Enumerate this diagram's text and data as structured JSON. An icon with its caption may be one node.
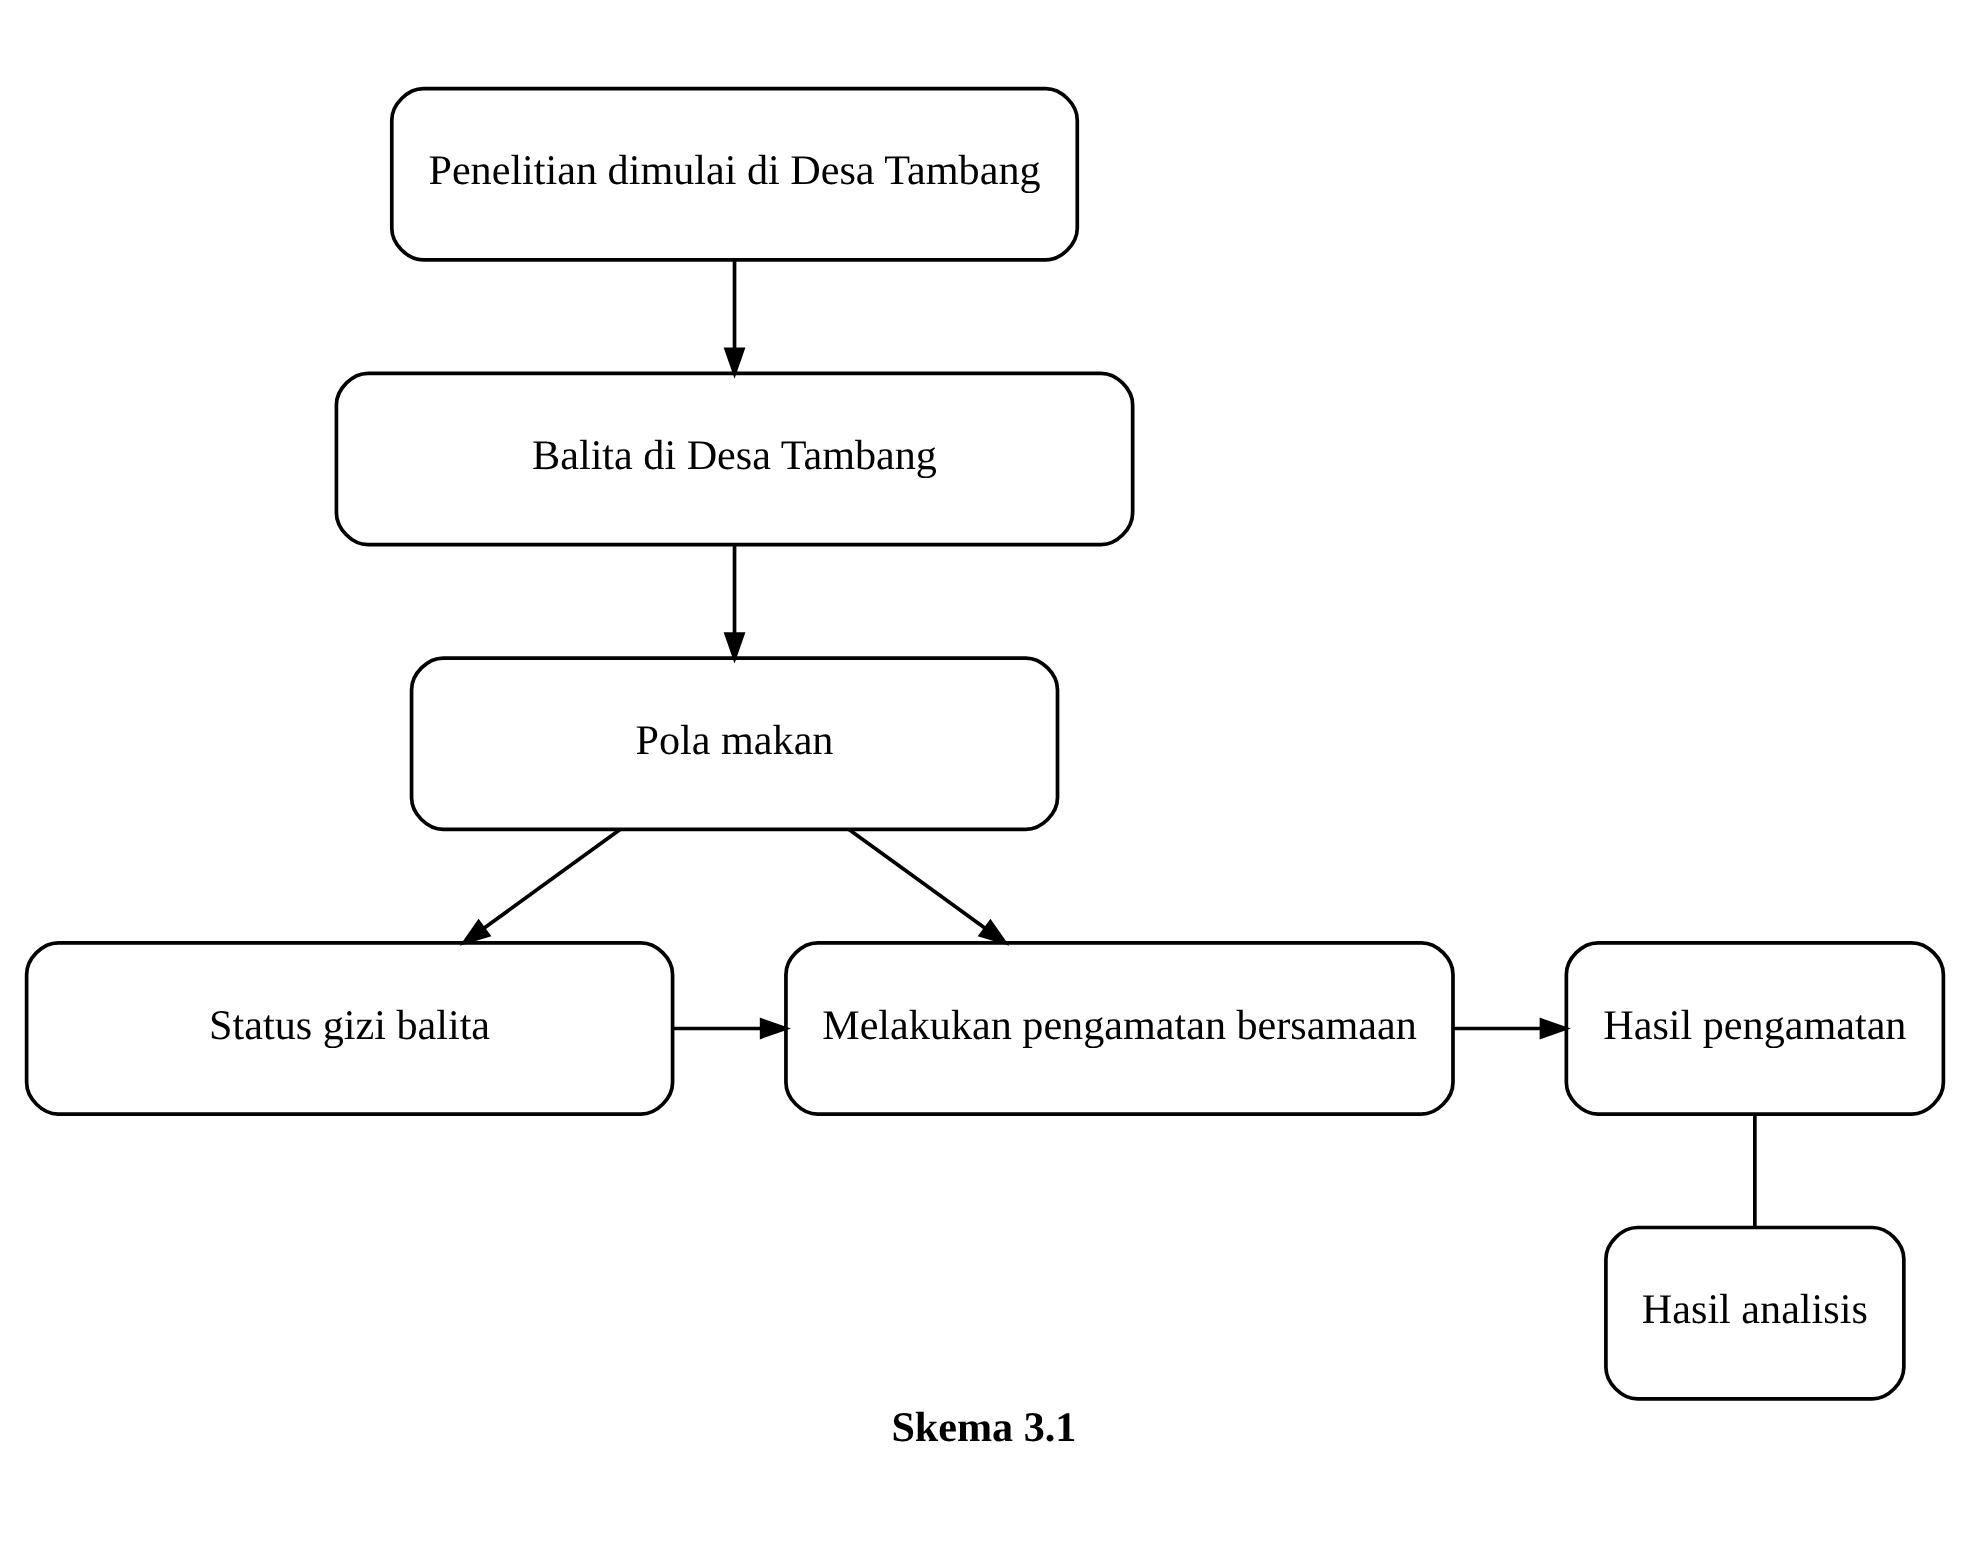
{
  "diagram": {
    "caption": "Skema 3.1",
    "nodes": [
      {
        "text": [
          "Penelitian dimulai di Desa Tambang"
        ]
      },
      {
        "text": [
          "Balita di Desa Tambang"
        ]
      },
      {
        "text": [
          "Pola makan"
        ]
      },
      {
        "text": [
          "Status gizi balita"
        ]
      },
      {
        "text": [
          "Melakukan pengamatan bersamaan"
        ]
      },
      {
        "text": [
          "Hasil pengamatan"
        ]
      },
      {
        "text": [
          "Hasil analisis"
        ]
      }
    ],
    "edges": [
      {
        "from": 0,
        "to": 1,
        "arrow": "to"
      },
      {
        "from": 1,
        "to": 2,
        "arrow": "to"
      },
      {
        "from": 2,
        "to": 3,
        "arrow": "to"
      },
      {
        "from": 2,
        "to": 4,
        "arrow": "to"
      },
      {
        "from": 3,
        "to": 4,
        "arrow": "to"
      },
      {
        "from": 4,
        "to": 5,
        "arrow": "to"
      },
      {
        "from": 5,
        "to": 6,
        "arrow": "none"
      }
    ]
  }
}
